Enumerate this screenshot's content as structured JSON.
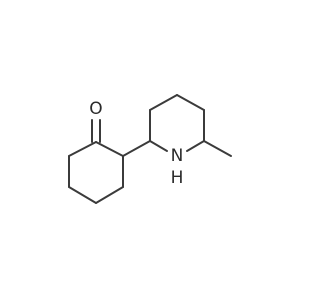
{
  "molecule": {
    "atoms": [
      {
        "id": "O",
        "label": "O",
        "color": "#2b2b2b"
      },
      {
        "id": "N",
        "label": "N",
        "color": "#2b2b2b"
      },
      {
        "id": "H",
        "label": "H",
        "color": "#2b2b2b"
      }
    ],
    "bond_color": "#3b3b3b",
    "background": "#ffffff"
  }
}
